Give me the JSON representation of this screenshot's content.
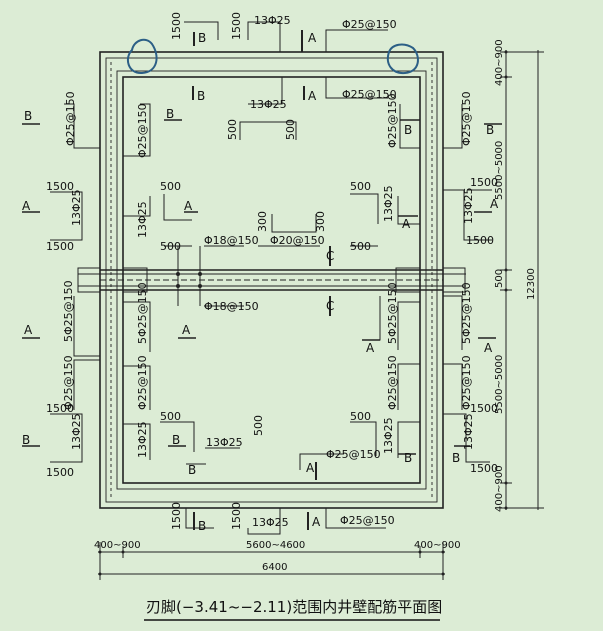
{
  "caption": {
    "text": "刃脚(−3.41~−2.11)范围内井壁配筋平面图",
    "accent_color": "#111111"
  },
  "colors": {
    "background": "#dcecd5",
    "line": "#222222",
    "highlight_circle": "#2c5f86"
  },
  "labels": {
    "section_A": "A",
    "section_B": "B",
    "section_C": "C",
    "rebar_25_150": "Φ25@150",
    "rebar_13_25": "13Φ25",
    "rebar_5_25_150": "5Φ25@150",
    "rebar_18_150": "Φ18@150",
    "rebar_20_150": "Φ20@150",
    "len_1500": "1500",
    "len_500": "500",
    "len_300": "300"
  },
  "dimensions": {
    "top_offset": "400~900",
    "mid_span": "5600~4600",
    "total_width": "6400",
    "right_seg_top": "400~900",
    "right_seg_upper": "5500~5000",
    "right_seg_mid": "500",
    "right_seg_lower": "5500~5000",
    "right_seg_bottom": "400~900",
    "total_height": "12300"
  }
}
